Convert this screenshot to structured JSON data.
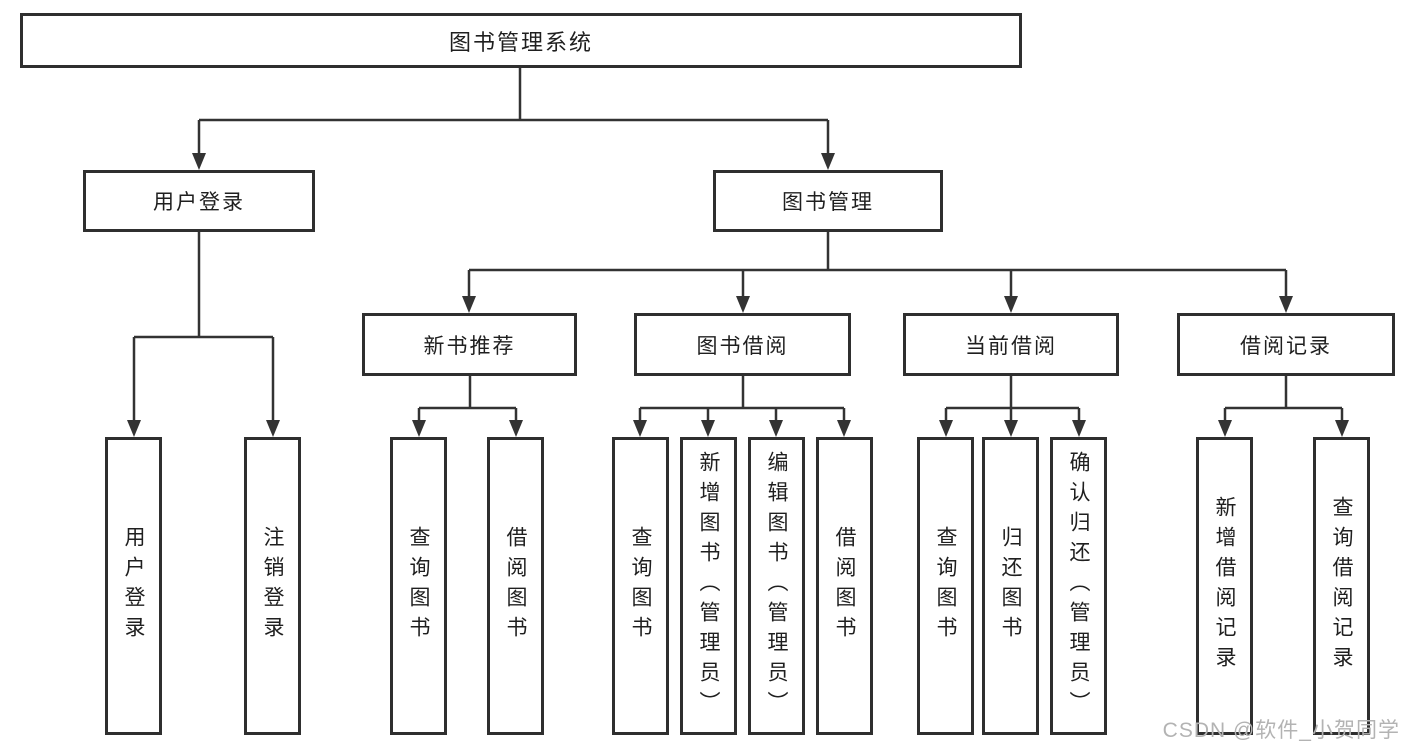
{
  "nodes": {
    "root": "图书管理系统",
    "level2": [
      "用户登录",
      "图书管理"
    ],
    "level3": [
      "新书推荐",
      "图书借阅",
      "当前借阅",
      "借阅记录"
    ],
    "leaves": {
      "user_login": [
        "用户登录",
        "注销登录"
      ],
      "new_book_recommend": [
        "查询图书",
        "借阅图书"
      ],
      "book_borrow": [
        "查询图书",
        "新增图书（管理员）",
        "编辑图书（管理员）",
        "借阅图书"
      ],
      "current_borrow": [
        "查询图书",
        "归还图书",
        "确认归还（管理员）"
      ],
      "borrow_records": [
        "新增借阅记录",
        "查询借阅记录"
      ]
    }
  },
  "watermark": "CSDN @软件_小贺同学",
  "colors": {
    "line": "#333333",
    "node_border": "#2f2f2f",
    "node_fill": "#ffffff",
    "text": "#1f1f1f",
    "watermark": "#b3b3b3",
    "background": "#ffffff"
  }
}
